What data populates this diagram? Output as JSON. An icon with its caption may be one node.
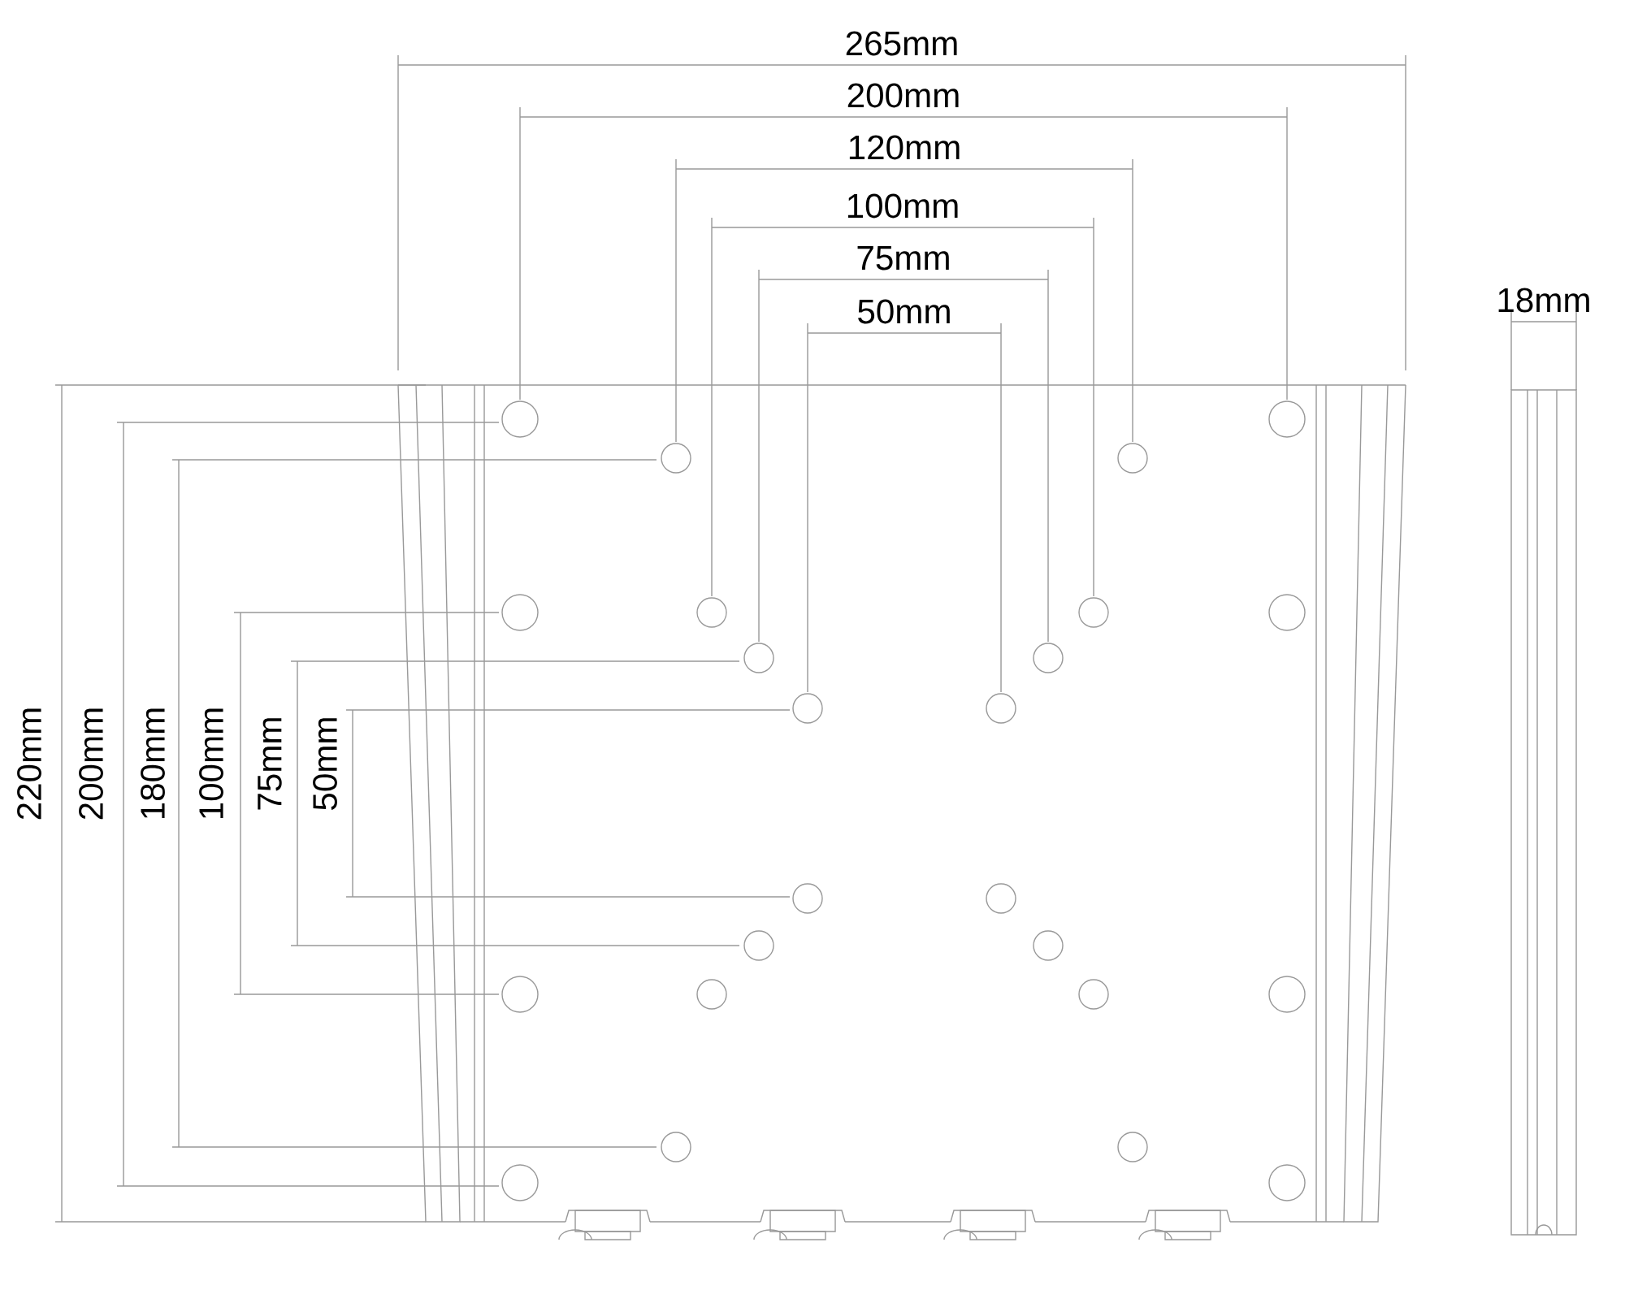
{
  "diagram": {
    "labels": [
      "265mm",
      "200mm",
      "120mm",
      "100mm",
      "75mm",
      "50mm",
      "18mm",
      "220mm",
      "200mm",
      "180mm",
      "100mm",
      "75mm",
      "50mm"
    ]
  }
}
